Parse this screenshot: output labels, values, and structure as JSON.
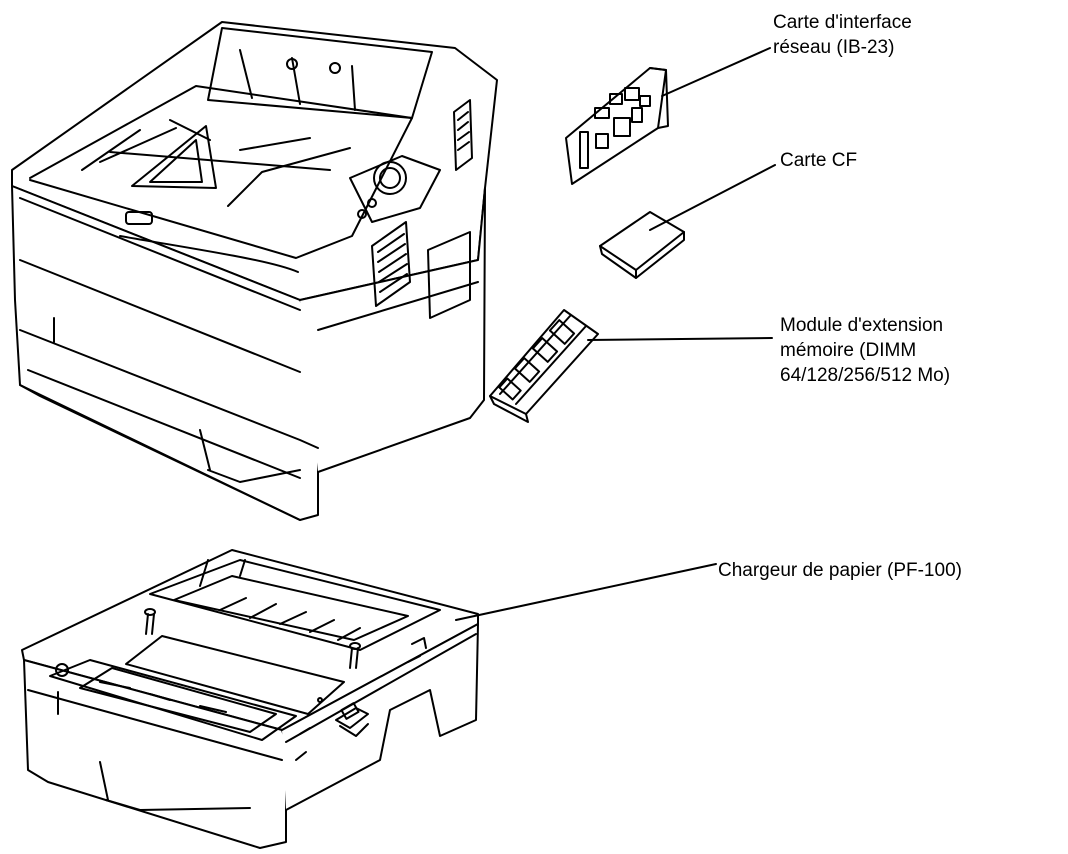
{
  "labels": {
    "network_card": [
      "Carte d'interface",
      "réseau (IB-23)"
    ],
    "cf_card": [
      "Carte CF"
    ],
    "memory_module": [
      "Module d'extension",
      "mémoire (DIMM",
      "64/128/256/512 Mo)"
    ],
    "paper_feeder": [
      "Chargeur de papier (PF-100)"
    ]
  }
}
